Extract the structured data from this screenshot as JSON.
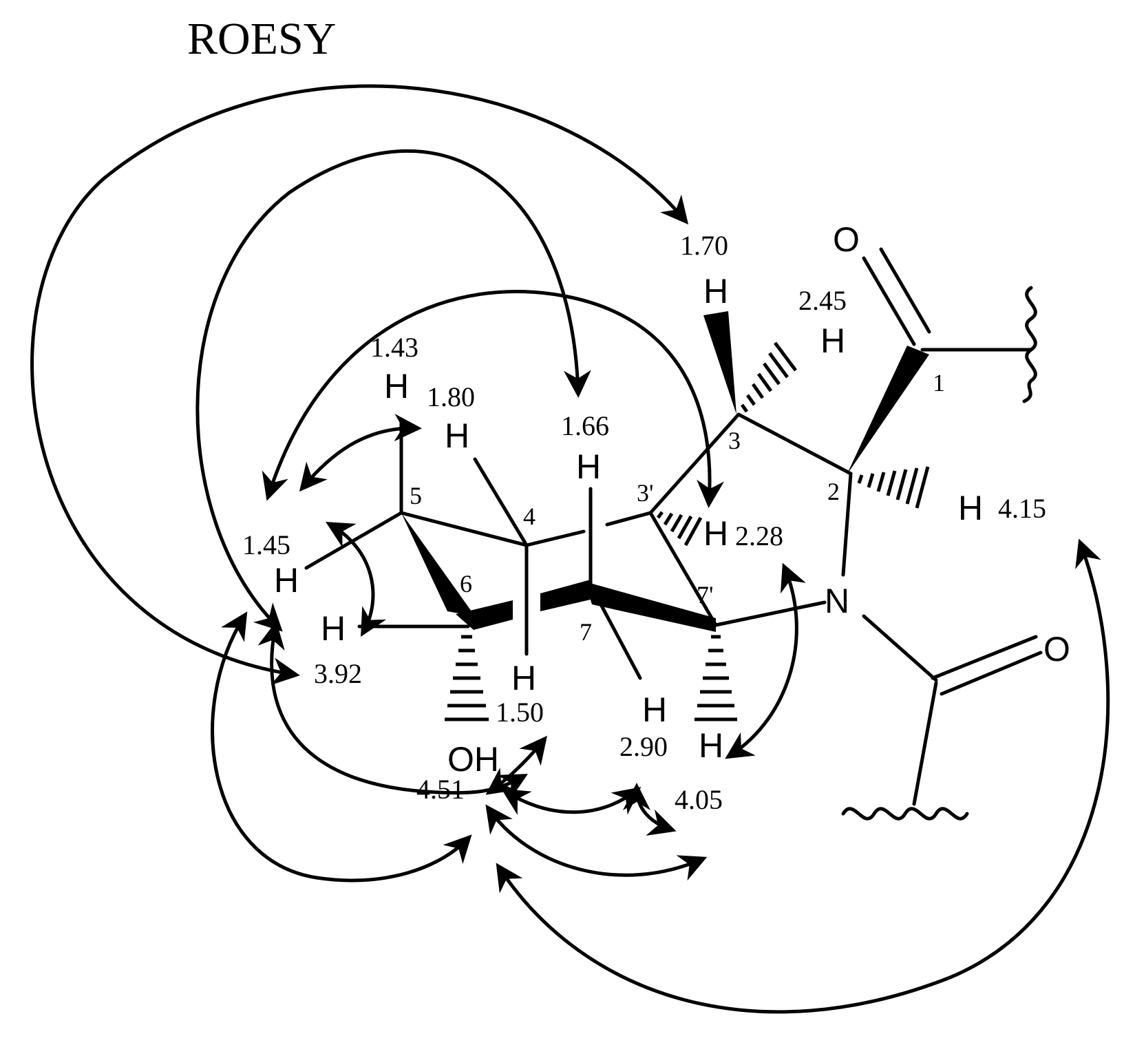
{
  "title": "ROESY",
  "shifts": {
    "h3a": "1.70",
    "h3b": "2.45",
    "h5a": "1.43",
    "h4": "1.80",
    "h7a": "1.66",
    "h3p": "2.28",
    "h2": "4.15",
    "h5b": "1.45",
    "h6": "3.92",
    "h4b": "1.50",
    "h7b": "2.90",
    "h7p": "4.05",
    "oh": "4.51"
  },
  "positions": {
    "c1": "1",
    "c2": "2",
    "c3": "3",
    "c3p": "3'",
    "c4": "4",
    "c5": "5",
    "c6": "6",
    "c7": "7",
    "c7p": "7'"
  },
  "atoms": {
    "H": "H",
    "N": "N",
    "O": "O",
    "OH": "OH"
  }
}
